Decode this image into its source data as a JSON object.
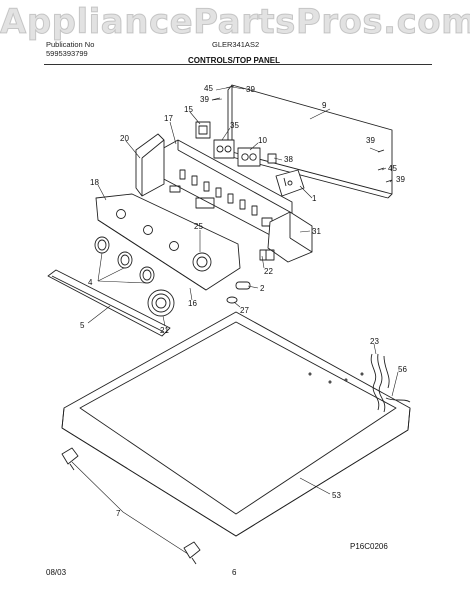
{
  "watermark": "AppliancePartsPros.com",
  "header": {
    "publication_label": "Publication No",
    "publication_number": "5995393799",
    "model": "GLER341AS2",
    "section_title": "CONTROLS/TOP PANEL"
  },
  "callouts": {
    "c1": "1",
    "c2": "2",
    "c4": "4",
    "c5": "5",
    "c7": "7",
    "c9": "9",
    "c10": "10",
    "c15": "15",
    "c16": "16",
    "c17": "17",
    "c18": "18",
    "c20": "20",
    "c21": "21",
    "c22": "22",
    "c23": "23",
    "c25": "25",
    "c27": "27",
    "c31": "31",
    "c35": "35",
    "c38": "38",
    "c39a": "39",
    "c39b": "39",
    "c39c": "39",
    "c39d": "39",
    "c45a": "45",
    "c45b": "45",
    "c53": "53",
    "c56": "56"
  },
  "footer": {
    "figure_code": "P16C0206",
    "date": "08/03",
    "page_number": "6"
  }
}
